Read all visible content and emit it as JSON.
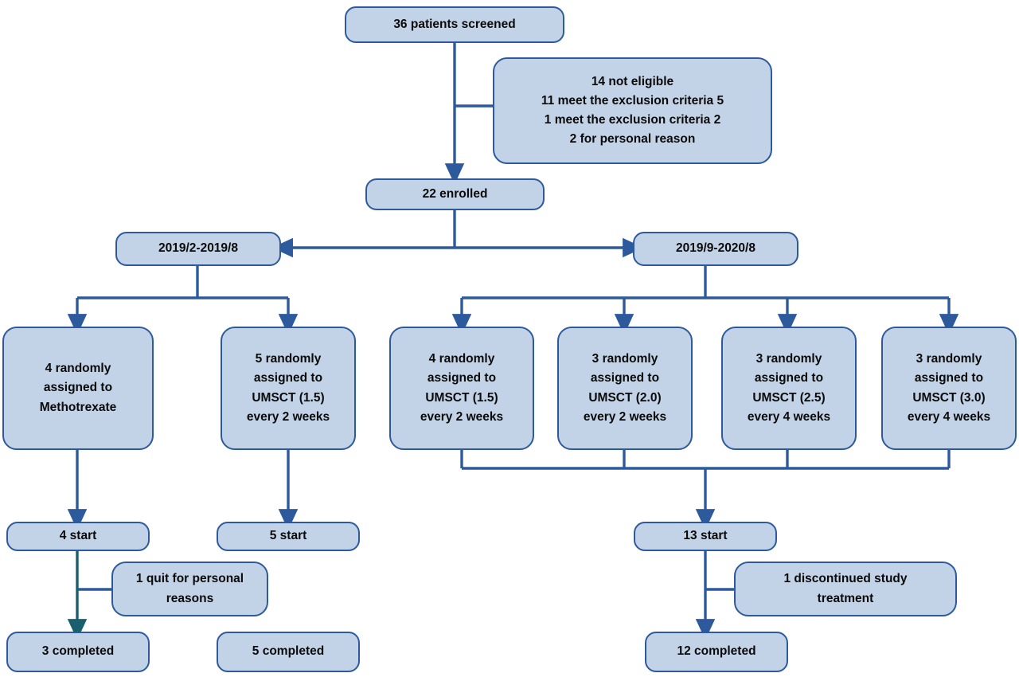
{
  "diagram": {
    "title": "Patient screening, enrollment, randomization and completion flow",
    "type": "consort-flowchart",
    "colors": {
      "node_fill": "#c3d3e7",
      "node_border": "#2d5a9c",
      "connector": "#2d5a9c",
      "connector_alt": "#1a5f6e",
      "text": "#0a0a0a",
      "background": "#ffffff"
    }
  },
  "nodes": {
    "screened": {
      "lines": [
        "36 patients screened"
      ]
    },
    "not_eligible": {
      "lines": [
        "14 not eligible",
        "11 meet the exclusion criteria 5",
        "1 meet the exclusion criteria 2",
        "2 for personal reason"
      ]
    },
    "enrolled": {
      "lines": [
        "22 enrolled"
      ]
    },
    "period_left": {
      "lines": [
        "2019/2-2019/8"
      ]
    },
    "period_right": {
      "lines": [
        "2019/9-2020/8"
      ]
    },
    "arm_mtx": {
      "lines": [
        "4 randomly",
        "assigned to",
        "Methotrexate"
      ]
    },
    "arm_umsct_15_left": {
      "lines": [
        "5 randomly",
        "assigned to",
        "UMSCT (1.5)",
        "every 2 weeks"
      ]
    },
    "arm_umsct_15_right": {
      "lines": [
        "4 randomly",
        "assigned to",
        "UMSCT (1.5)",
        "every 2 weeks"
      ]
    },
    "arm_umsct_20": {
      "lines": [
        "3 randomly",
        "assigned to",
        "UMSCT (2.0)",
        "every 2 weeks"
      ]
    },
    "arm_umsct_25": {
      "lines": [
        "3 randomly",
        "assigned to",
        "UMSCT (2.5)",
        "every 4 weeks"
      ]
    },
    "arm_umsct_30": {
      "lines": [
        "3 randomly",
        "assigned to",
        "UMSCT (3.0)",
        "every 4 weeks"
      ]
    },
    "start_mtx": {
      "lines": [
        "4 start"
      ]
    },
    "start_umsct_left": {
      "lines": [
        "5 start"
      ]
    },
    "start_umsct_right": {
      "lines": [
        "13 start"
      ]
    },
    "quit_personal": {
      "lines": [
        "1 quit for personal",
        "reasons"
      ]
    },
    "discontinued": {
      "lines": [
        "1 discontinued study",
        "treatment"
      ]
    },
    "completed_mtx": {
      "lines": [
        "3 completed"
      ]
    },
    "completed_umsct_left": {
      "lines": [
        "5 completed"
      ]
    },
    "completed_umsct_right": {
      "lines": [
        "12 completed"
      ]
    }
  }
}
